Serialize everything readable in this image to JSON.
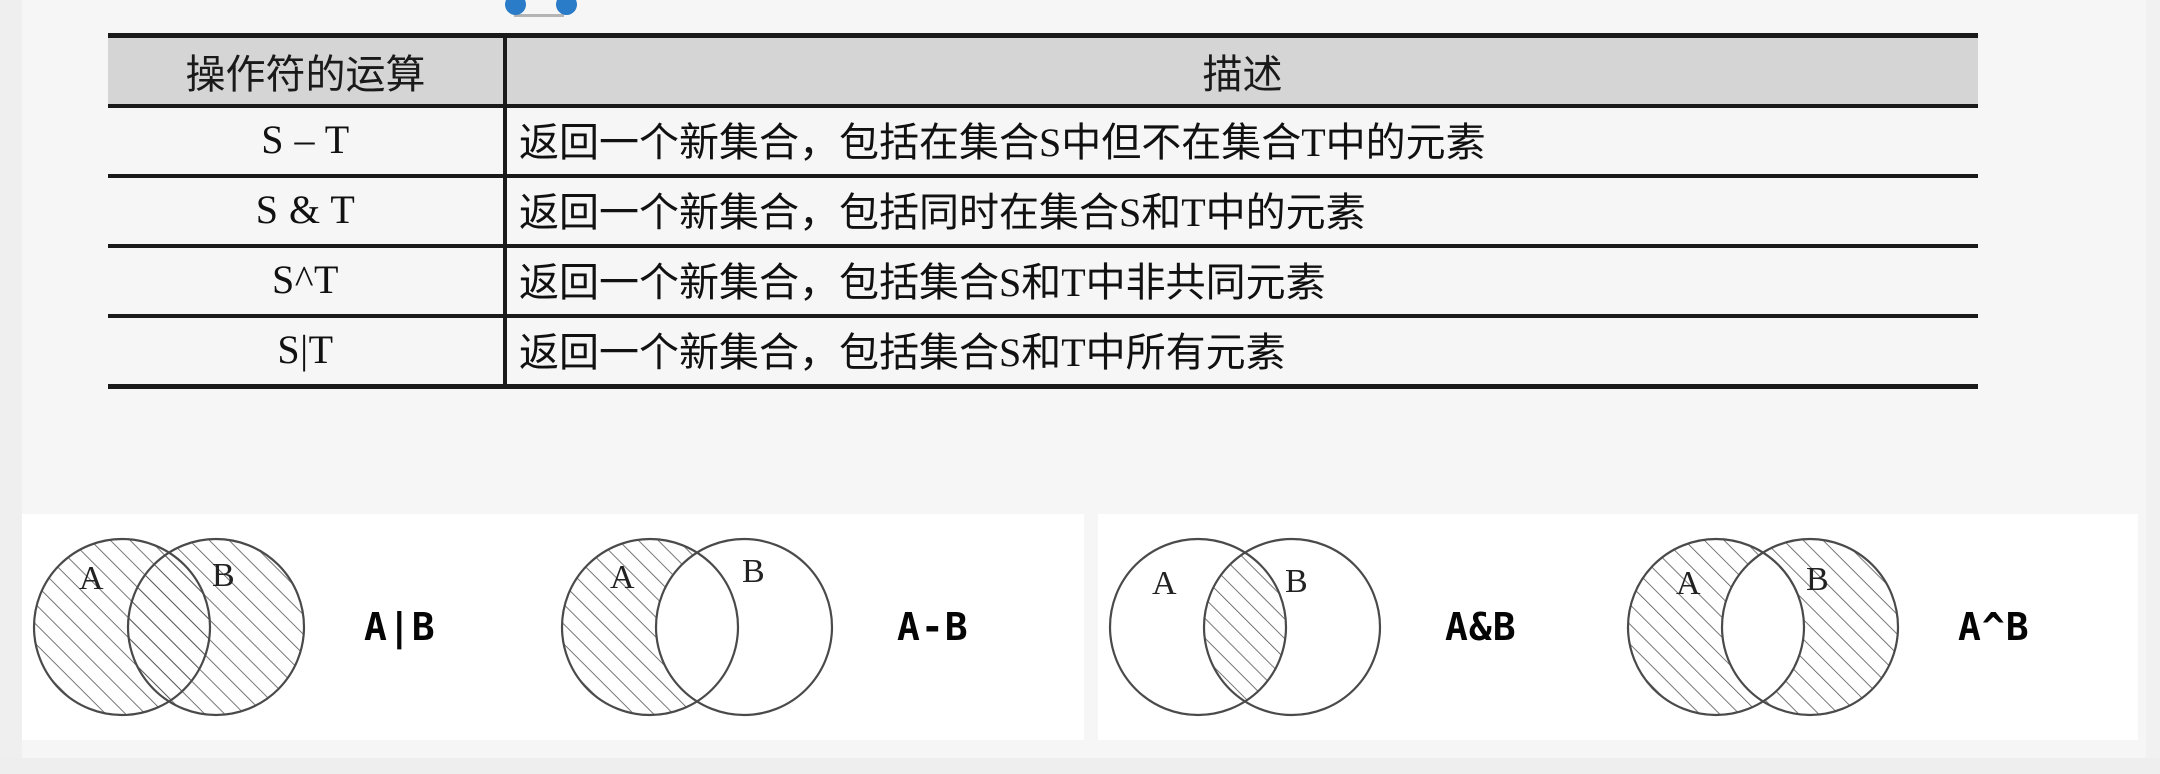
{
  "table": {
    "headers": {
      "operator": "操作符的运算",
      "description": "描述"
    },
    "rows": [
      {
        "operator": "S – T",
        "description": "返回一个新集合，包括在集合S中但不在集合T中的元素"
      },
      {
        "operator": "S & T",
        "description": "返回一个新集合，包括同时在集合S和T中的元素"
      },
      {
        "operator": "S^T",
        "description": "返回一个新集合，包括集合S和T中非共同元素"
      },
      {
        "operator": "S|T",
        "description": "返回一个新集合，包括集合S和T中所有元素"
      }
    ]
  },
  "venn": {
    "set_a_label": "A",
    "set_b_label": "B",
    "figures": [
      {
        "label": "A|B",
        "shaded": "union",
        "panel": "left"
      },
      {
        "label": "A-B",
        "shaded": "difference",
        "panel": "left"
      },
      {
        "label": "A&B",
        "shaded": "intersection",
        "panel": "right"
      },
      {
        "label": "A^B",
        "shaded": "symmetric-difference",
        "panel": "right"
      }
    ]
  },
  "selection_handle": {
    "dot_color": "#2a7bc8",
    "bracket_color": "#b4b4b4"
  },
  "colors": {
    "page_background": "#f6f6f6",
    "header_fill": "#d5d5d5",
    "rule": "#1a1a1a",
    "panel_background": "#ffffff",
    "circle_stroke": "#4a4a4a"
  }
}
